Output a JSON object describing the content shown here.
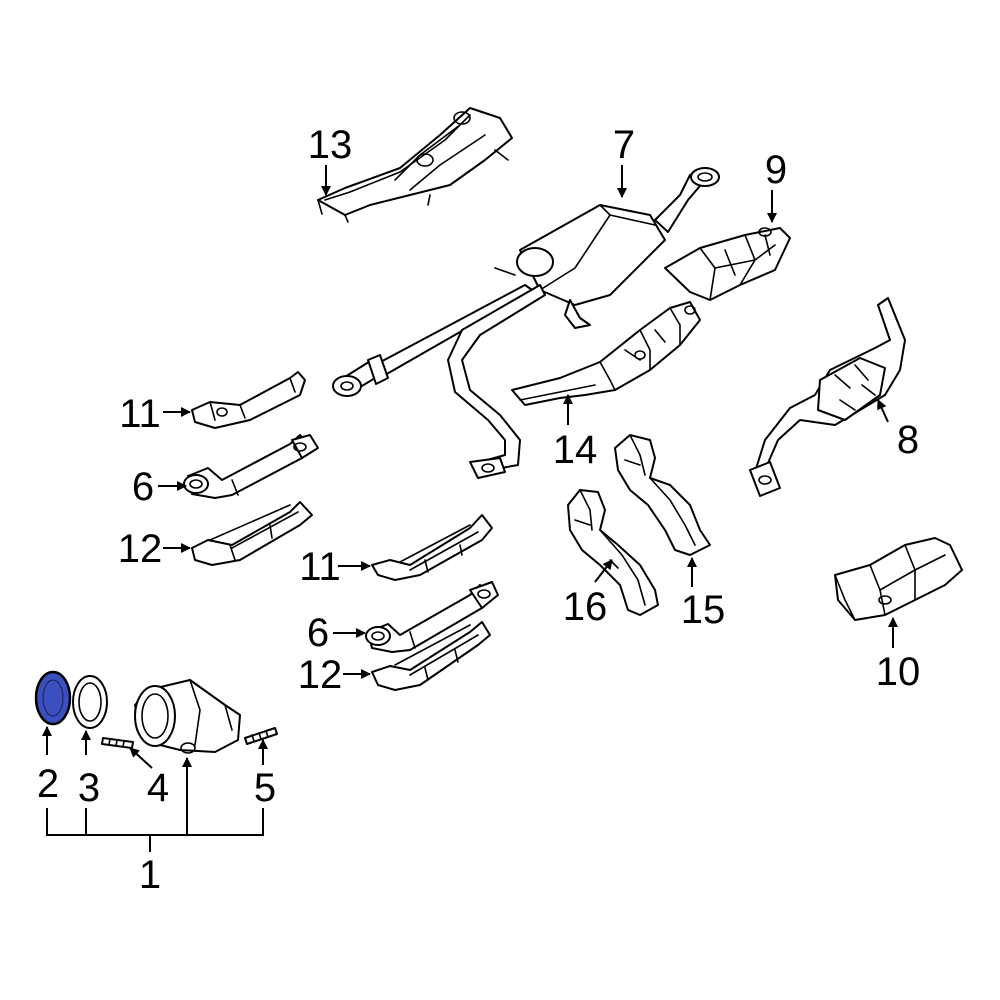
{
  "colors": {
    "background": "#ffffff",
    "line": "#000000",
    "highlight": "#3b4fbf"
  },
  "callouts": {
    "c1": "1",
    "c2": "2",
    "c3": "3",
    "c4": "4",
    "c5": "5",
    "c6a": "6",
    "c6b": "6",
    "c7": "7",
    "c8": "8",
    "c9": "9",
    "c10": "10",
    "c11a": "11",
    "c11b": "11",
    "c12a": "12",
    "c12b": "12",
    "c13": "13",
    "c14": "14",
    "c15": "15",
    "c16": "16"
  },
  "highlighted_part": "2"
}
